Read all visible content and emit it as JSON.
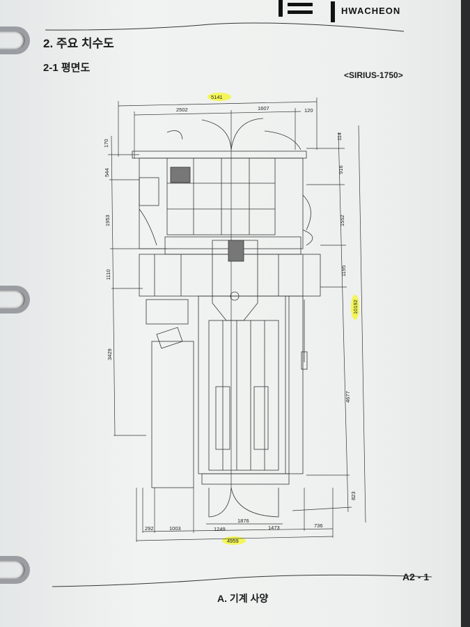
{
  "header": {
    "brand": "HWACHEON",
    "title": "2. 주요 치수도",
    "subtitle": "2-1 평면도",
    "model": "<SIRIUS-1750>"
  },
  "drawing": {
    "top": {
      "overall": "5141",
      "left": "2502",
      "middle": "1607",
      "right": "120"
    },
    "left": {
      "d1": "170",
      "d2": "544",
      "d3": "1953",
      "d4": "1110",
      "d5": "3429"
    },
    "right": {
      "d1": "114",
      "d2": "916",
      "d3": "1552",
      "d4": "1195",
      "overall": "10192",
      "d5": "4677",
      "d6": "823"
    },
    "bottom": {
      "doors": "1876",
      "d1": "292",
      "d2": "1003",
      "d3": "1249",
      "d4": "1473",
      "d5": "736",
      "overall": "4959"
    },
    "highlight_color": "#f3f55a"
  },
  "footer": {
    "page": "A2 - 1",
    "section": "A. 기계 사양"
  }
}
